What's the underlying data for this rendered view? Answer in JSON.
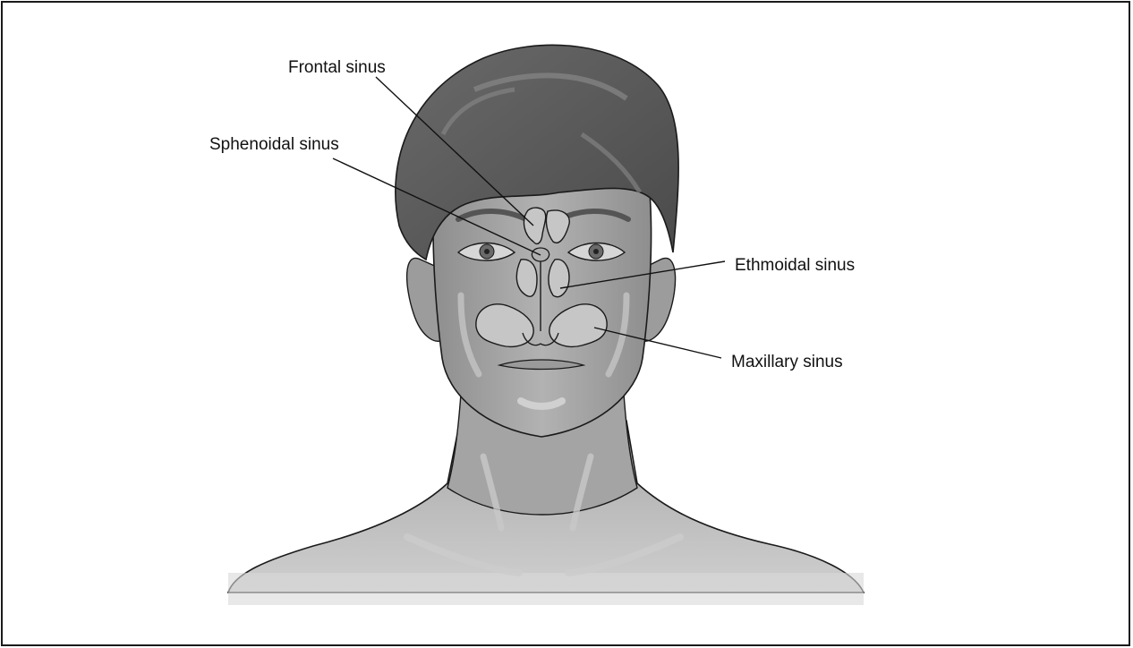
{
  "labels": {
    "frontal": "Frontal sinus",
    "sphenoidal": "Sphenoidal sinus",
    "ethmoidal": "Ethmoidal sinus",
    "maxillary": "Maxillary sinus"
  },
  "colors": {
    "hair": "#5c5c5c",
    "skin": "#a3a3a3",
    "sinus": "#c6c6c6",
    "outline": "#1a1a1a"
  }
}
